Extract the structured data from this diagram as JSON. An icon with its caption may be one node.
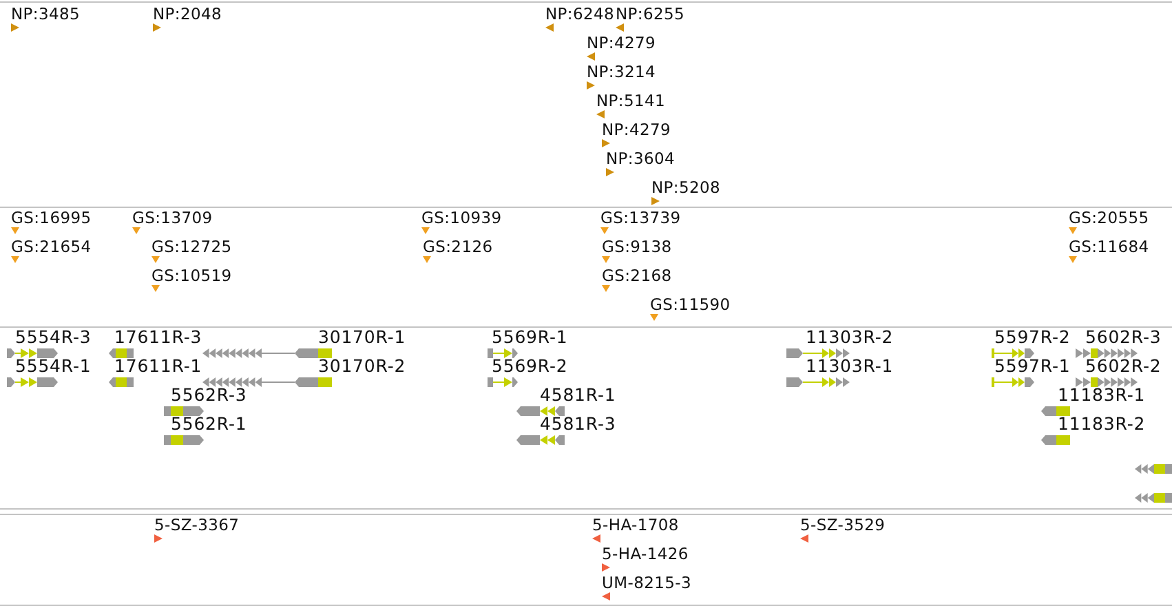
{
  "diagram": {
    "labels": [
      "NP:3485",
      "NP:2048",
      "NP:6248",
      "NP:6255",
      "NP:4279",
      "NP:3214",
      "NP:5141",
      "NP:4279",
      "NP:3604",
      "NP:5208",
      "GS:16995",
      "GS:13709",
      "GS:10939",
      "GS:13739",
      "GS:20555",
      "GS:21654",
      "GS:12725",
      "GS:2126",
      "GS:9138",
      "GS:11684",
      "GS:10519",
      "GS:2168",
      "GS:11590",
      "5554R-3",
      "17611R-3",
      "30170R-1",
      "5569R-1",
      "11303R-2",
      "5597R-2",
      "5602R-3",
      "5554R-1",
      "17611R-1",
      "30170R-2",
      "5569R-2",
      "11303R-1",
      "5597R-1",
      "5602R-2",
      "5562R-3",
      "4581R-1",
      "11183R-1",
      "5562R-1",
      "4581R-3",
      "11183R-2",
      "5-SZ-3367",
      "5-HA-1708",
      "5-SZ-3529",
      "5-HA-1426",
      "UM-8215-3"
    ]
  }
}
